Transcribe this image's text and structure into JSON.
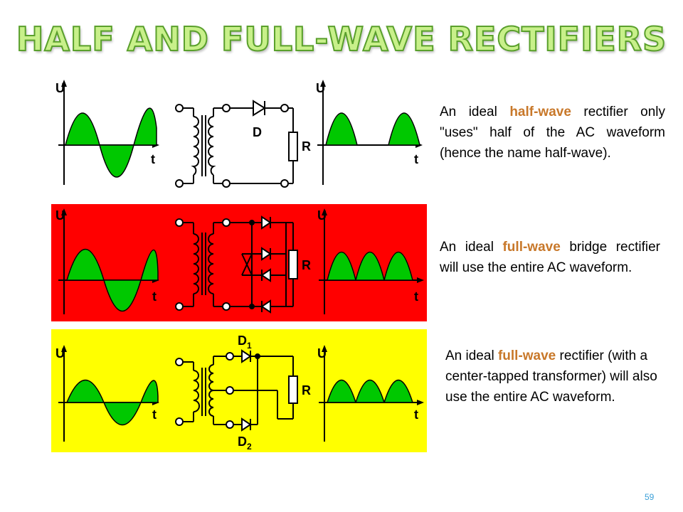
{
  "title": "Half and Full-Wave Rectifiers",
  "colors": {
    "wave_fill": "#00c800",
    "bridge_bg": "#ff0000",
    "center_bg": "#ffff00",
    "highlight": "#c8782a",
    "title_fill": "#c8f08a"
  },
  "diagram": {
    "axis_u": "U",
    "axis_t": "t",
    "diode_label": "D",
    "resistor_label": "R",
    "d1_label": "D",
    "d1_sub": "1",
    "d2_label": "D",
    "d2_sub": "2"
  },
  "descriptions": {
    "half": {
      "pre": "An ideal ",
      "highlight": "half-wave",
      "post": " rectifier only \"uses\" half of the AC waveform (hence the name half-wave)."
    },
    "bridge": {
      "pre": "An ideal ",
      "highlight": "full-wave",
      "post": " bridge rectifier will use the entire AC waveform."
    },
    "center": {
      "pre": "An ideal ",
      "highlight": "full-wave",
      "post": " rectifier (with a center-tapped transformer) will also use the entire AC waveform."
    }
  },
  "page_number": "59"
}
